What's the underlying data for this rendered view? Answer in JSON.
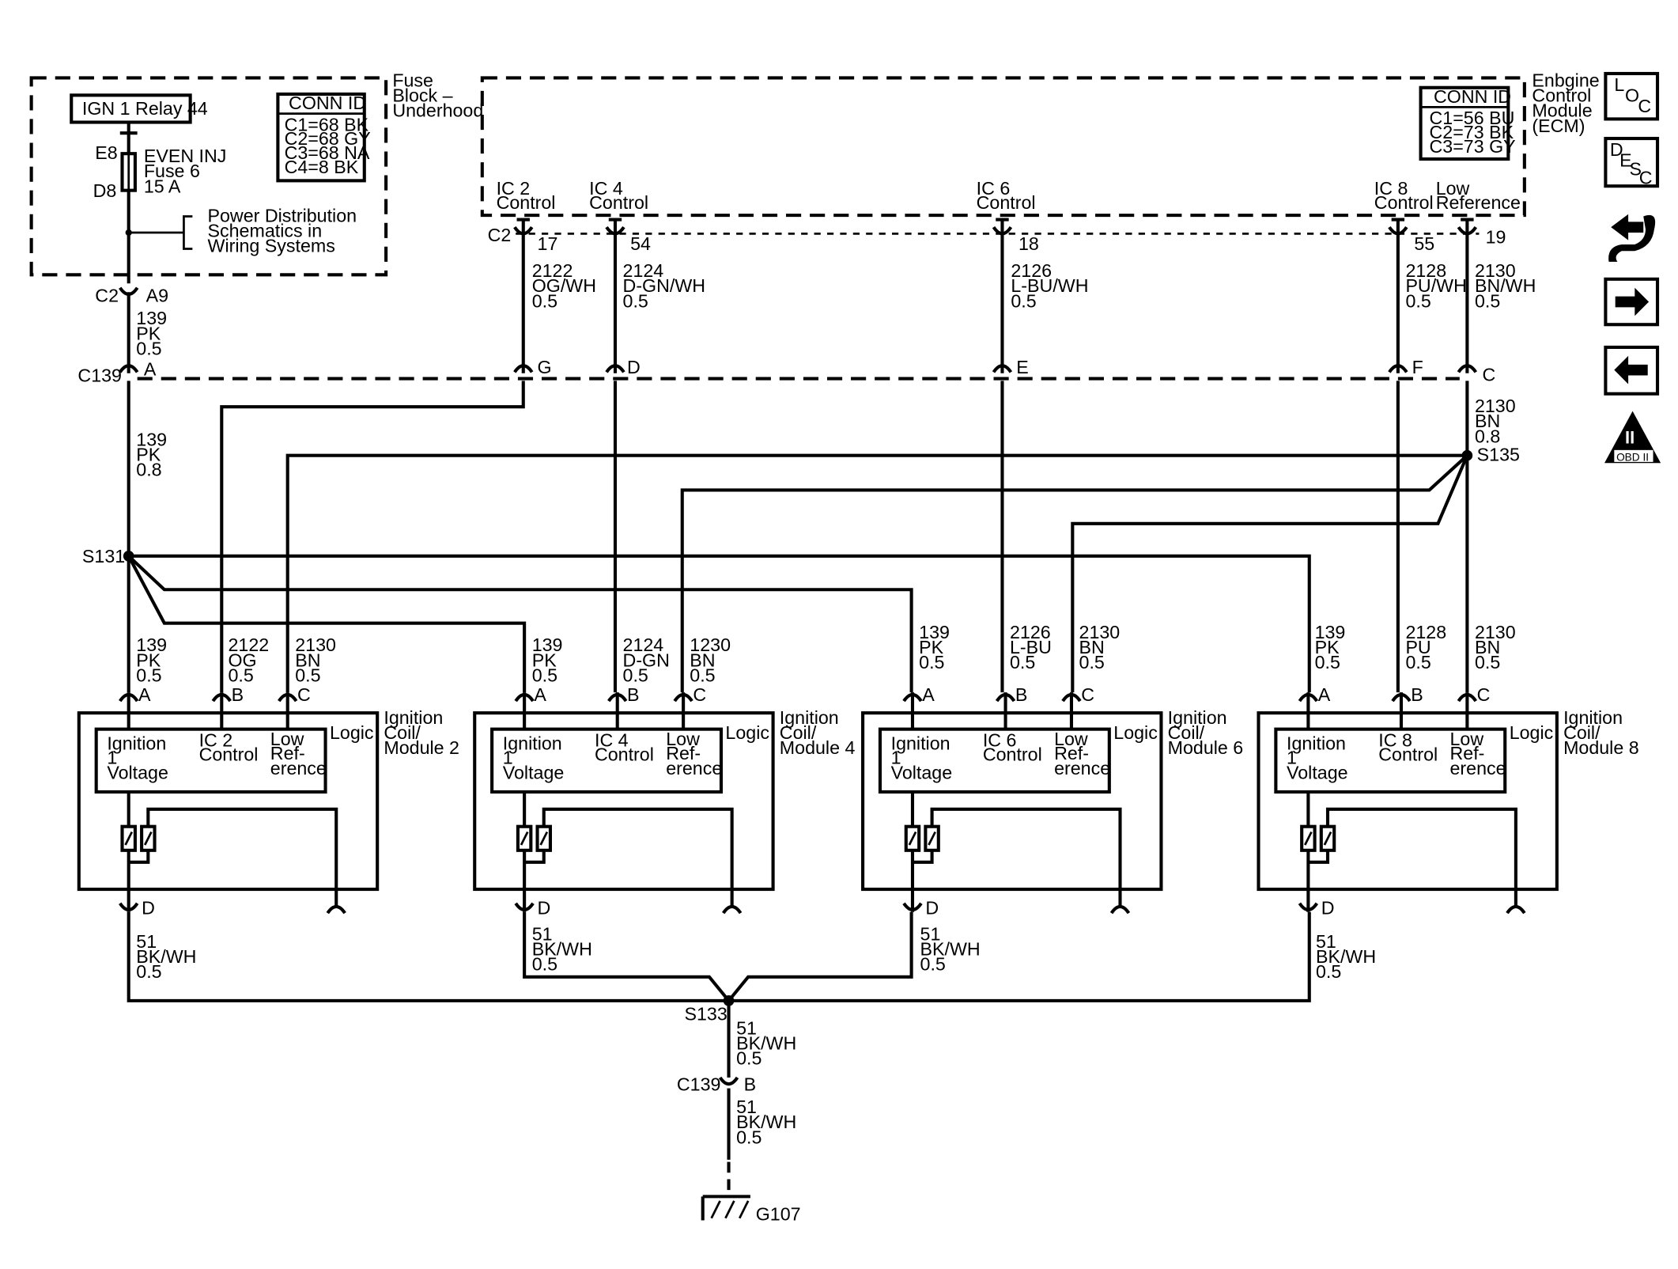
{
  "fuse_block": {
    "title": [
      "Fuse",
      "Block –",
      "Underhood"
    ],
    "relay": "IGN 1 Relay 44",
    "conn_id": {
      "title": "CONN ID",
      "rows": [
        "C1=68 BK",
        "C2=68 GY",
        "C3=68 NA",
        "C4=8 BK"
      ]
    },
    "fuse_top_pin": "E8",
    "fuse_bottom_pin": "D8",
    "fuse_label": [
      "EVEN INJ",
      "Fuse 6",
      "15 A"
    ],
    "power_dist": [
      "Power Distribution",
      "Schematics in",
      "Wiring Systems"
    ],
    "out_conn": "C2",
    "out_pin": "A9"
  },
  "ecm": {
    "title": [
      "Enbgine",
      "Control",
      "Module",
      "(ECM)"
    ],
    "conn_id": {
      "title": "CONN ID",
      "rows": [
        "C1=56 BU",
        "C2=73 BK",
        "C3=73 GY"
      ]
    },
    "conn": "C2",
    "pins": [
      {
        "name": [
          "IC 2",
          "Control"
        ],
        "pin": "17",
        "wire": [
          "2122",
          "OG/WH",
          "0.5"
        ]
      },
      {
        "name": [
          "IC 4",
          "Control"
        ],
        "pin": "54",
        "wire": [
          "2124",
          "D-GN/WH",
          "0.5"
        ]
      },
      {
        "name": [
          "IC 6",
          "Control"
        ],
        "pin": "18",
        "wire": [
          "2126",
          "L-BU/WH",
          "0.5"
        ]
      },
      {
        "name": [
          "IC 8",
          "Control"
        ],
        "pin": "55",
        "wire": [
          "2128",
          "PU/WH",
          "0.5"
        ]
      },
      {
        "name": [
          "Low",
          "Reference"
        ],
        "pin": "19",
        "wire": [
          "2130",
          "BN/WH",
          "0.5"
        ]
      }
    ]
  },
  "c139": {
    "label": "C139",
    "pins": [
      "A",
      "G",
      "D",
      "E",
      "F",
      "C"
    ],
    "wire_139_in": [
      "139",
      "PK",
      "0.5"
    ],
    "wire_139_out": [
      "139",
      "PK",
      "0.8"
    ],
    "wire_2130_out": [
      "2130",
      "BN",
      "0.8"
    ]
  },
  "splices": {
    "s131": "S131",
    "s135": "S135",
    "s133": "S133"
  },
  "coils": [
    {
      "title": [
        "Ignition",
        "Coil/",
        "Module 2"
      ],
      "logic": "Logic",
      "inner": {
        "ign": [
          "Ignition",
          "1",
          "Voltage"
        ],
        "ic": [
          "IC 2",
          "Control"
        ],
        "low": [
          "Low",
          "Ref-",
          "erence"
        ]
      },
      "pins": [
        "A",
        "B",
        "C"
      ],
      "pin_d": "D",
      "wires": [
        [
          "139",
          "PK",
          "0.5"
        ],
        [
          "2122",
          "OG",
          "0.5"
        ],
        [
          "2130",
          "BN",
          "0.5"
        ]
      ],
      "ground_wire": [
        "51",
        "BK/WH",
        "0.5"
      ]
    },
    {
      "title": [
        "Ignition",
        "Coil/",
        "Module 4"
      ],
      "logic": "Logic",
      "inner": {
        "ign": [
          "Ignition",
          "1",
          "Voltage"
        ],
        "ic": [
          "IC 4",
          "Control"
        ],
        "low": [
          "Low",
          "Ref-",
          "erence"
        ]
      },
      "pins": [
        "A",
        "B",
        "C"
      ],
      "pin_d": "D",
      "wires": [
        [
          "139",
          "PK",
          "0.5"
        ],
        [
          "2124",
          "D-GN",
          "0.5"
        ],
        [
          "1230",
          "BN",
          "0.5"
        ]
      ],
      "ground_wire": [
        "51",
        "BK/WH",
        "0.5"
      ]
    },
    {
      "title": [
        "Ignition",
        "Coil/",
        "Module 6"
      ],
      "logic": "Logic",
      "inner": {
        "ign": [
          "Ignition",
          "1",
          "Voltage"
        ],
        "ic": [
          "IC 6",
          "Control"
        ],
        "low": [
          "Low",
          "Ref-",
          "erence"
        ]
      },
      "pins": [
        "A",
        "B",
        "C"
      ],
      "pin_d": "D",
      "wires": [
        [
          "139",
          "PK",
          "0.5"
        ],
        [
          "2126",
          "L-BU",
          "0.5"
        ],
        [
          "2130",
          "BN",
          "0.5"
        ]
      ],
      "ground_wire": [
        "51",
        "BK/WH",
        "0.5"
      ]
    },
    {
      "title": [
        "Ignition",
        "Coil/",
        "Module 8"
      ],
      "logic": "Logic",
      "inner": {
        "ign": [
          "Ignition",
          "1",
          "Voltage"
        ],
        "ic": [
          "IC 8",
          "Control"
        ],
        "low": [
          "Low",
          "Ref-",
          "erence"
        ]
      },
      "pins": [
        "A",
        "B",
        "C"
      ],
      "pin_d": "D",
      "wires": [
        [
          "139",
          "PK",
          "0.5"
        ],
        [
          "2128",
          "PU",
          "0.5"
        ],
        [
          "2130",
          "BN",
          "0.5"
        ]
      ],
      "ground_wire": [
        "51",
        "BK/WH",
        "0.5"
      ]
    }
  ],
  "ground": {
    "wire_a": [
      "51",
      "BK/WH",
      "0.5"
    ],
    "conn": "C139",
    "pin": "B",
    "wire_b": [
      "51",
      "BK/WH",
      "0.5"
    ],
    "label": "G107"
  },
  "nav": {
    "loc": [
      "L",
      "O",
      "C"
    ],
    "desc": [
      "D",
      "E",
      "S",
      "C"
    ],
    "obd": [
      "II",
      "OBD II"
    ],
    "icons": [
      "loc-icon",
      "desc-icon",
      "harness-icon",
      "arrow-right-icon",
      "arrow-left-icon",
      "obd-ii-icon"
    ]
  }
}
